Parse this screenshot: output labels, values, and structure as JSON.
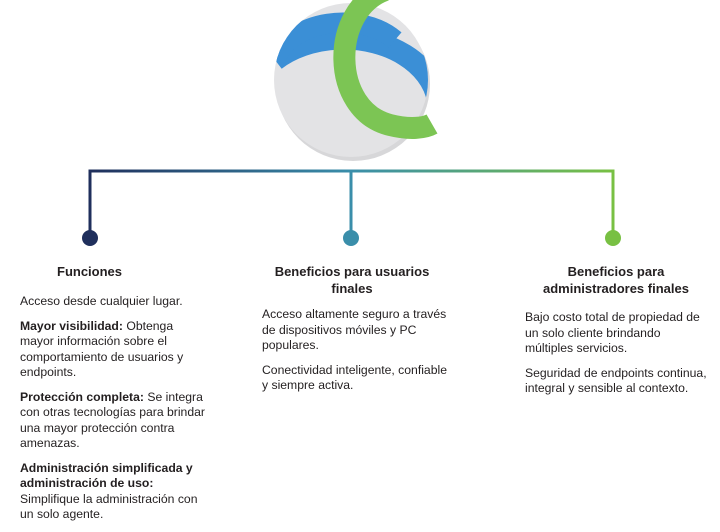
{
  "colors": {
    "navy": "#1f2f5c",
    "teal": "#3a8eaa",
    "green": "#78c043",
    "blue_ring": "#3b8fd6",
    "green_ring": "#7cc554",
    "logo_bg": "#e3e3e5"
  },
  "logo": {
    "icon": "logo-circle-icon"
  },
  "columns": [
    {
      "title": "Funciones",
      "items": [
        {
          "bold": "",
          "text": "Acceso desde cualquier lugar."
        },
        {
          "bold": "Mayor visibilidad:",
          "text": " Obtenga mayor información sobre el comportamiento de usuarios y endpoints."
        },
        {
          "bold": "Protección completa:",
          "text": " Se integra con otras tecnologías para brindar una mayor protección contra amenazas."
        },
        {
          "bold": "Administración simplificada y administración de uso:",
          "text": " Simplifique la administración con un solo agente."
        }
      ]
    },
    {
      "title": "Beneficios para usuarios finales",
      "items": [
        {
          "bold": "",
          "text": "Acceso altamente seguro a través de dispositivos móviles y PC populares."
        },
        {
          "bold": "",
          "text": "Conectividad inteligente, confiable y siempre activa."
        }
      ]
    },
    {
      "title": "Beneficios para administradores finales",
      "items": [
        {
          "bold": "",
          "text": "Bajo costo total de propiedad de un solo cliente brindando múltiples servicios."
        },
        {
          "bold": "",
          "text": "Seguridad de endpoints continua, integral y sensible al contexto."
        }
      ]
    }
  ]
}
